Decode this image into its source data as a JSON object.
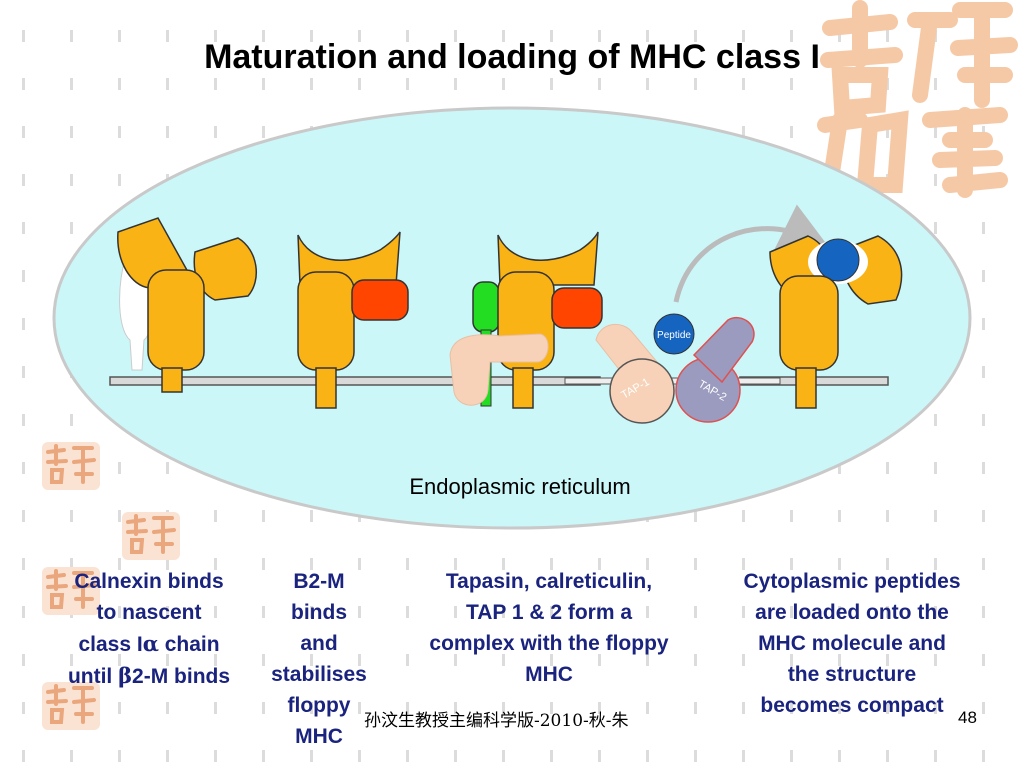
{
  "title": "Maturation and loading of MHC class I",
  "diagram": {
    "er_label": "Endoplasmic reticulum",
    "peptide_label": "Peptide",
    "tap1_label": "TAP-1",
    "tap2_label": "TAP-2"
  },
  "captions": {
    "step1_line1": "Calnexin binds",
    "step1_line2": "to nascent",
    "step1_line3a": "class I",
    "step1_alpha": "α",
    "step1_line3b": " chain",
    "step1_line4a": "until ",
    "step1_beta": "β",
    "step1_line4b": "2-M binds",
    "step2": [
      "B2-M",
      "binds",
      "and",
      "stabilises",
      "floppy",
      "MHC"
    ],
    "step3": [
      "Tapasin, calreticulin,",
      "TAP 1 & 2 form a",
      "complex with the floppy",
      "MHC"
    ],
    "step4": [
      "Cytoplasmic peptides",
      "are loaded onto the",
      "MHC molecule and",
      "the structure",
      "becomes compact"
    ]
  },
  "footer": "孙汶生教授主编科学版-2010-秋-朱",
  "page_number": "48",
  "colors": {
    "er": "#ccf7f9",
    "mhc": "#f9b314",
    "b2m": "#ff4500",
    "tapasin": "#22dd22",
    "calnexin": "#f7d2b8",
    "peptide": "#1565c0",
    "tap2": "#9b9bbf",
    "caption": "#1a237e",
    "seal": "#f6c9a6"
  }
}
